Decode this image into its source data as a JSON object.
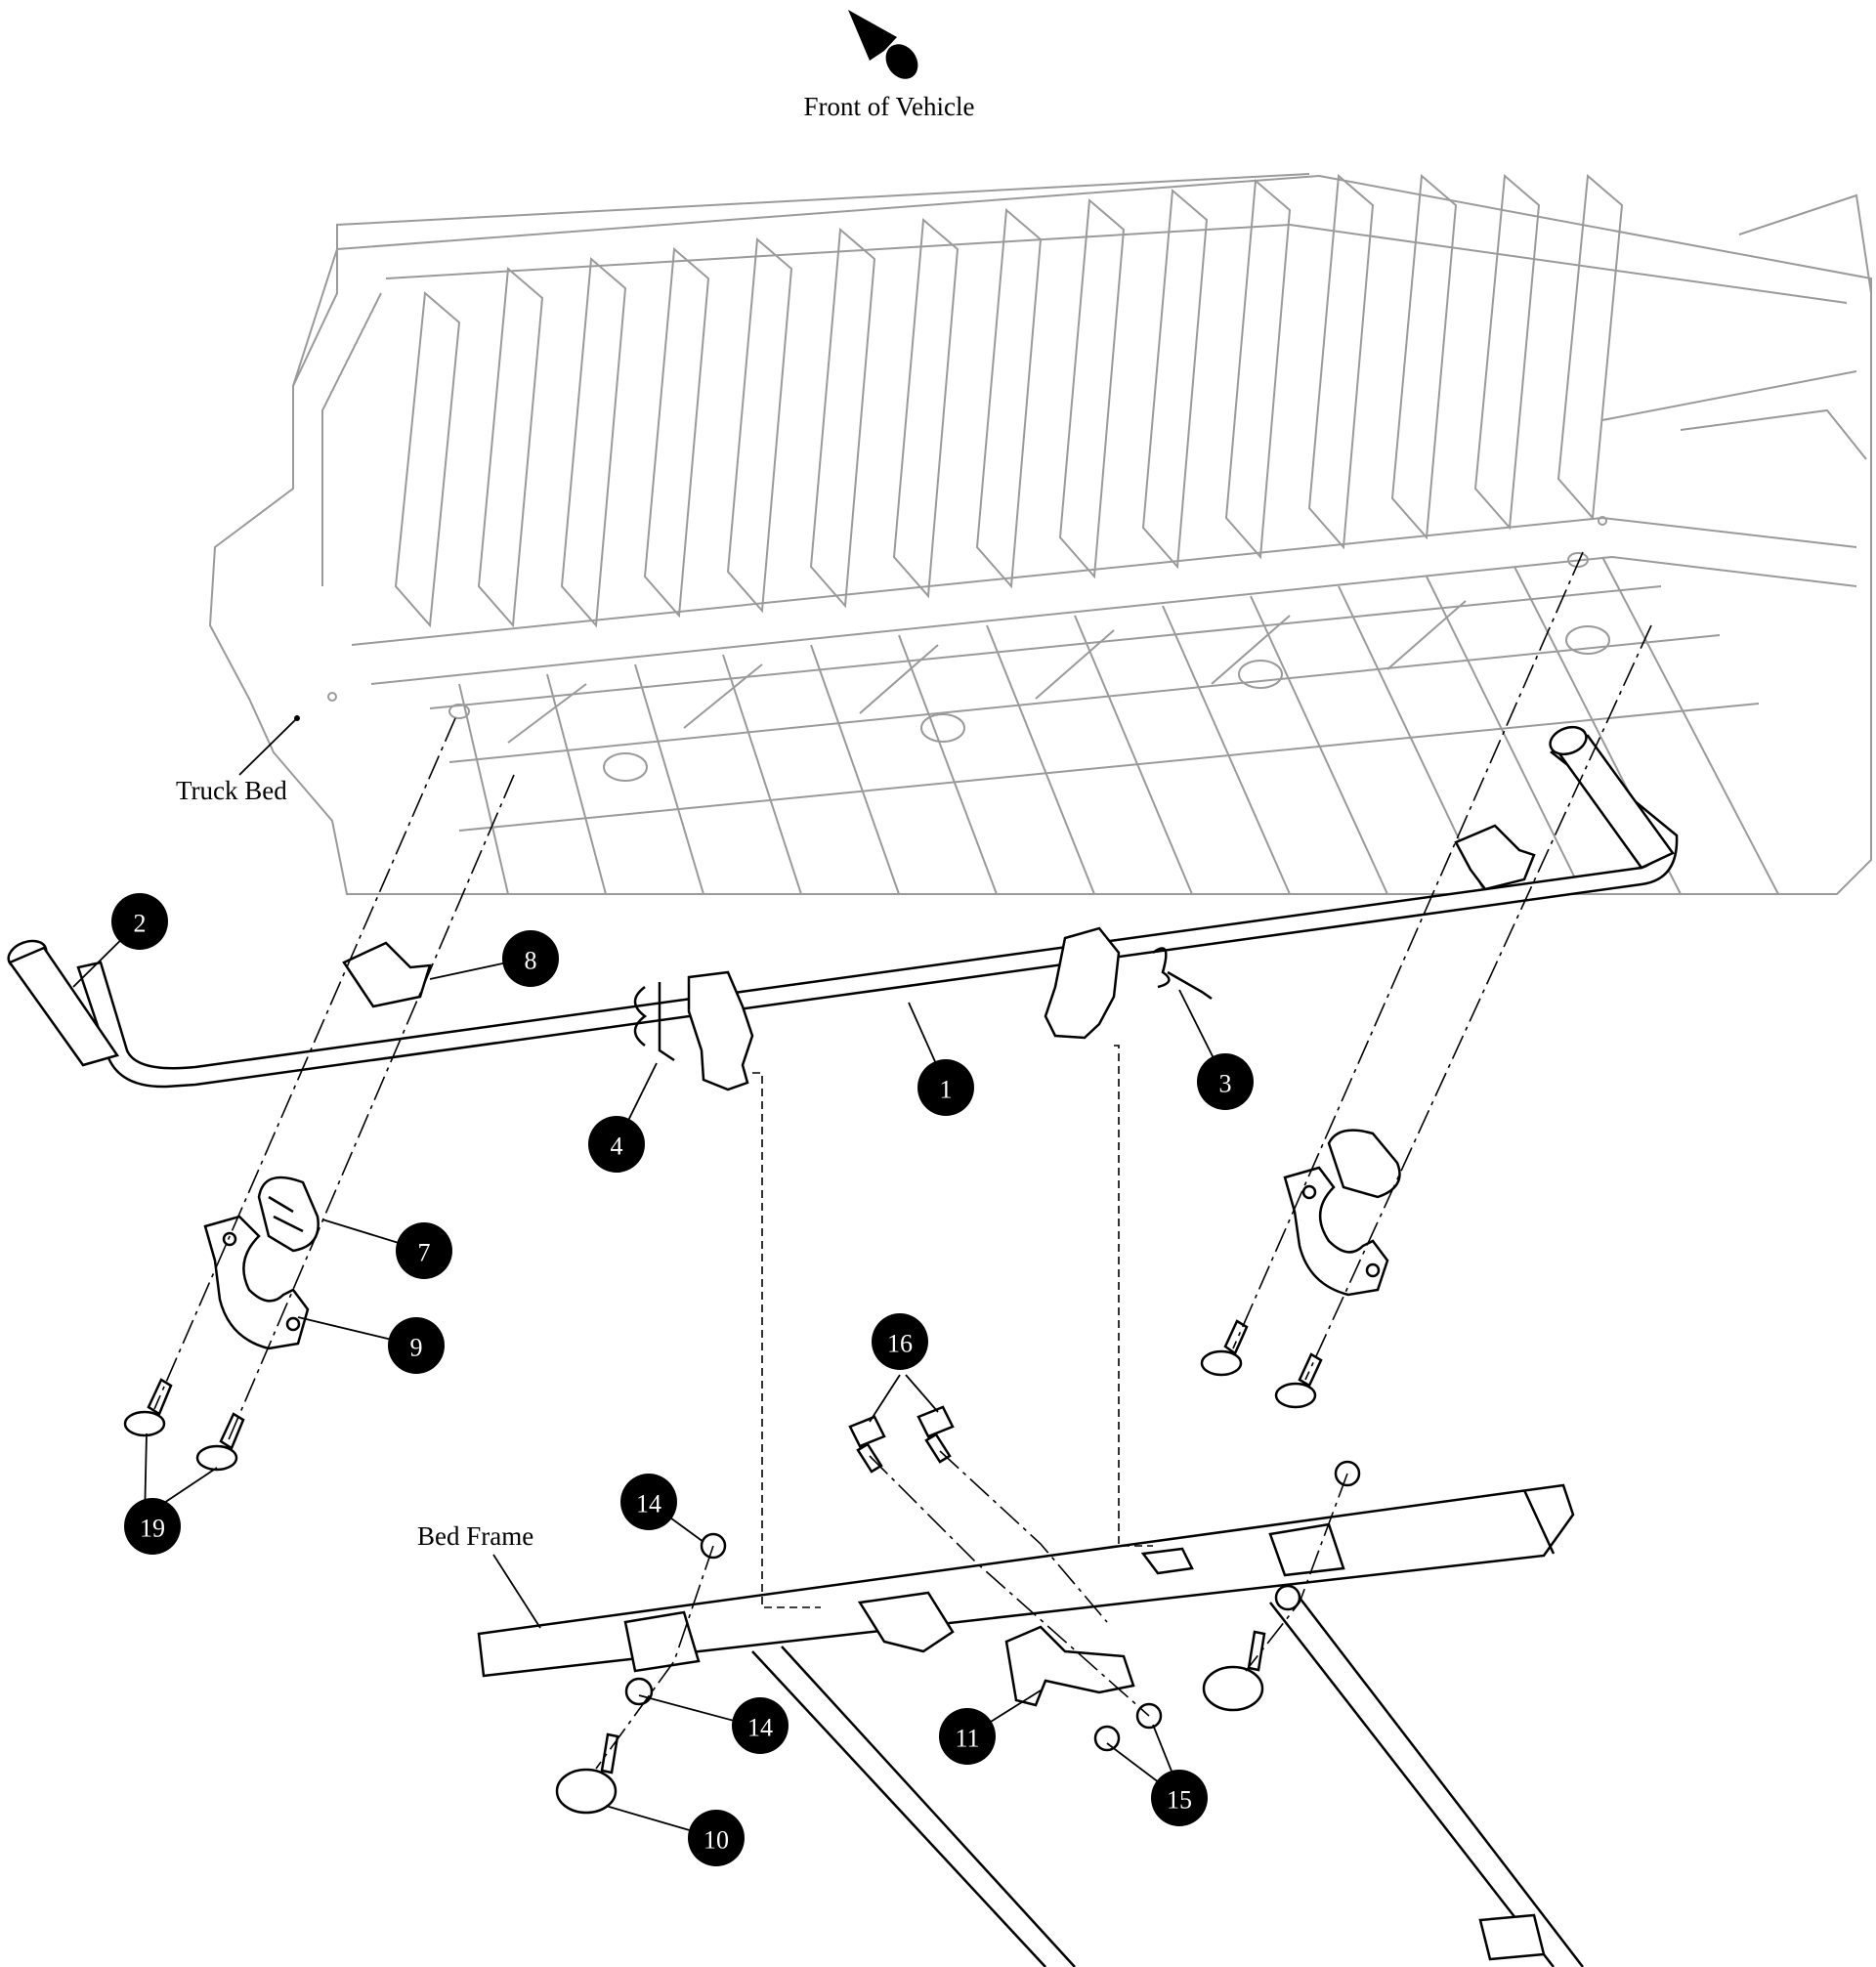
{
  "header": {
    "direction_label": "Front of Vehicle",
    "direction_icon": "arrow-icon"
  },
  "labels": {
    "truck_bed": "Truck Bed",
    "bed_frame": "Bed Frame"
  },
  "callouts": [
    "1",
    "2",
    "3",
    "4",
    "7",
    "8",
    "9",
    "10",
    "11",
    "14",
    "14",
    "15",
    "16",
    "19"
  ],
  "colors": {
    "callout_fill": "#000000",
    "callout_text": "#ffffff",
    "bed_stroke": "#9a9a9a",
    "part_stroke": "#000000"
  }
}
